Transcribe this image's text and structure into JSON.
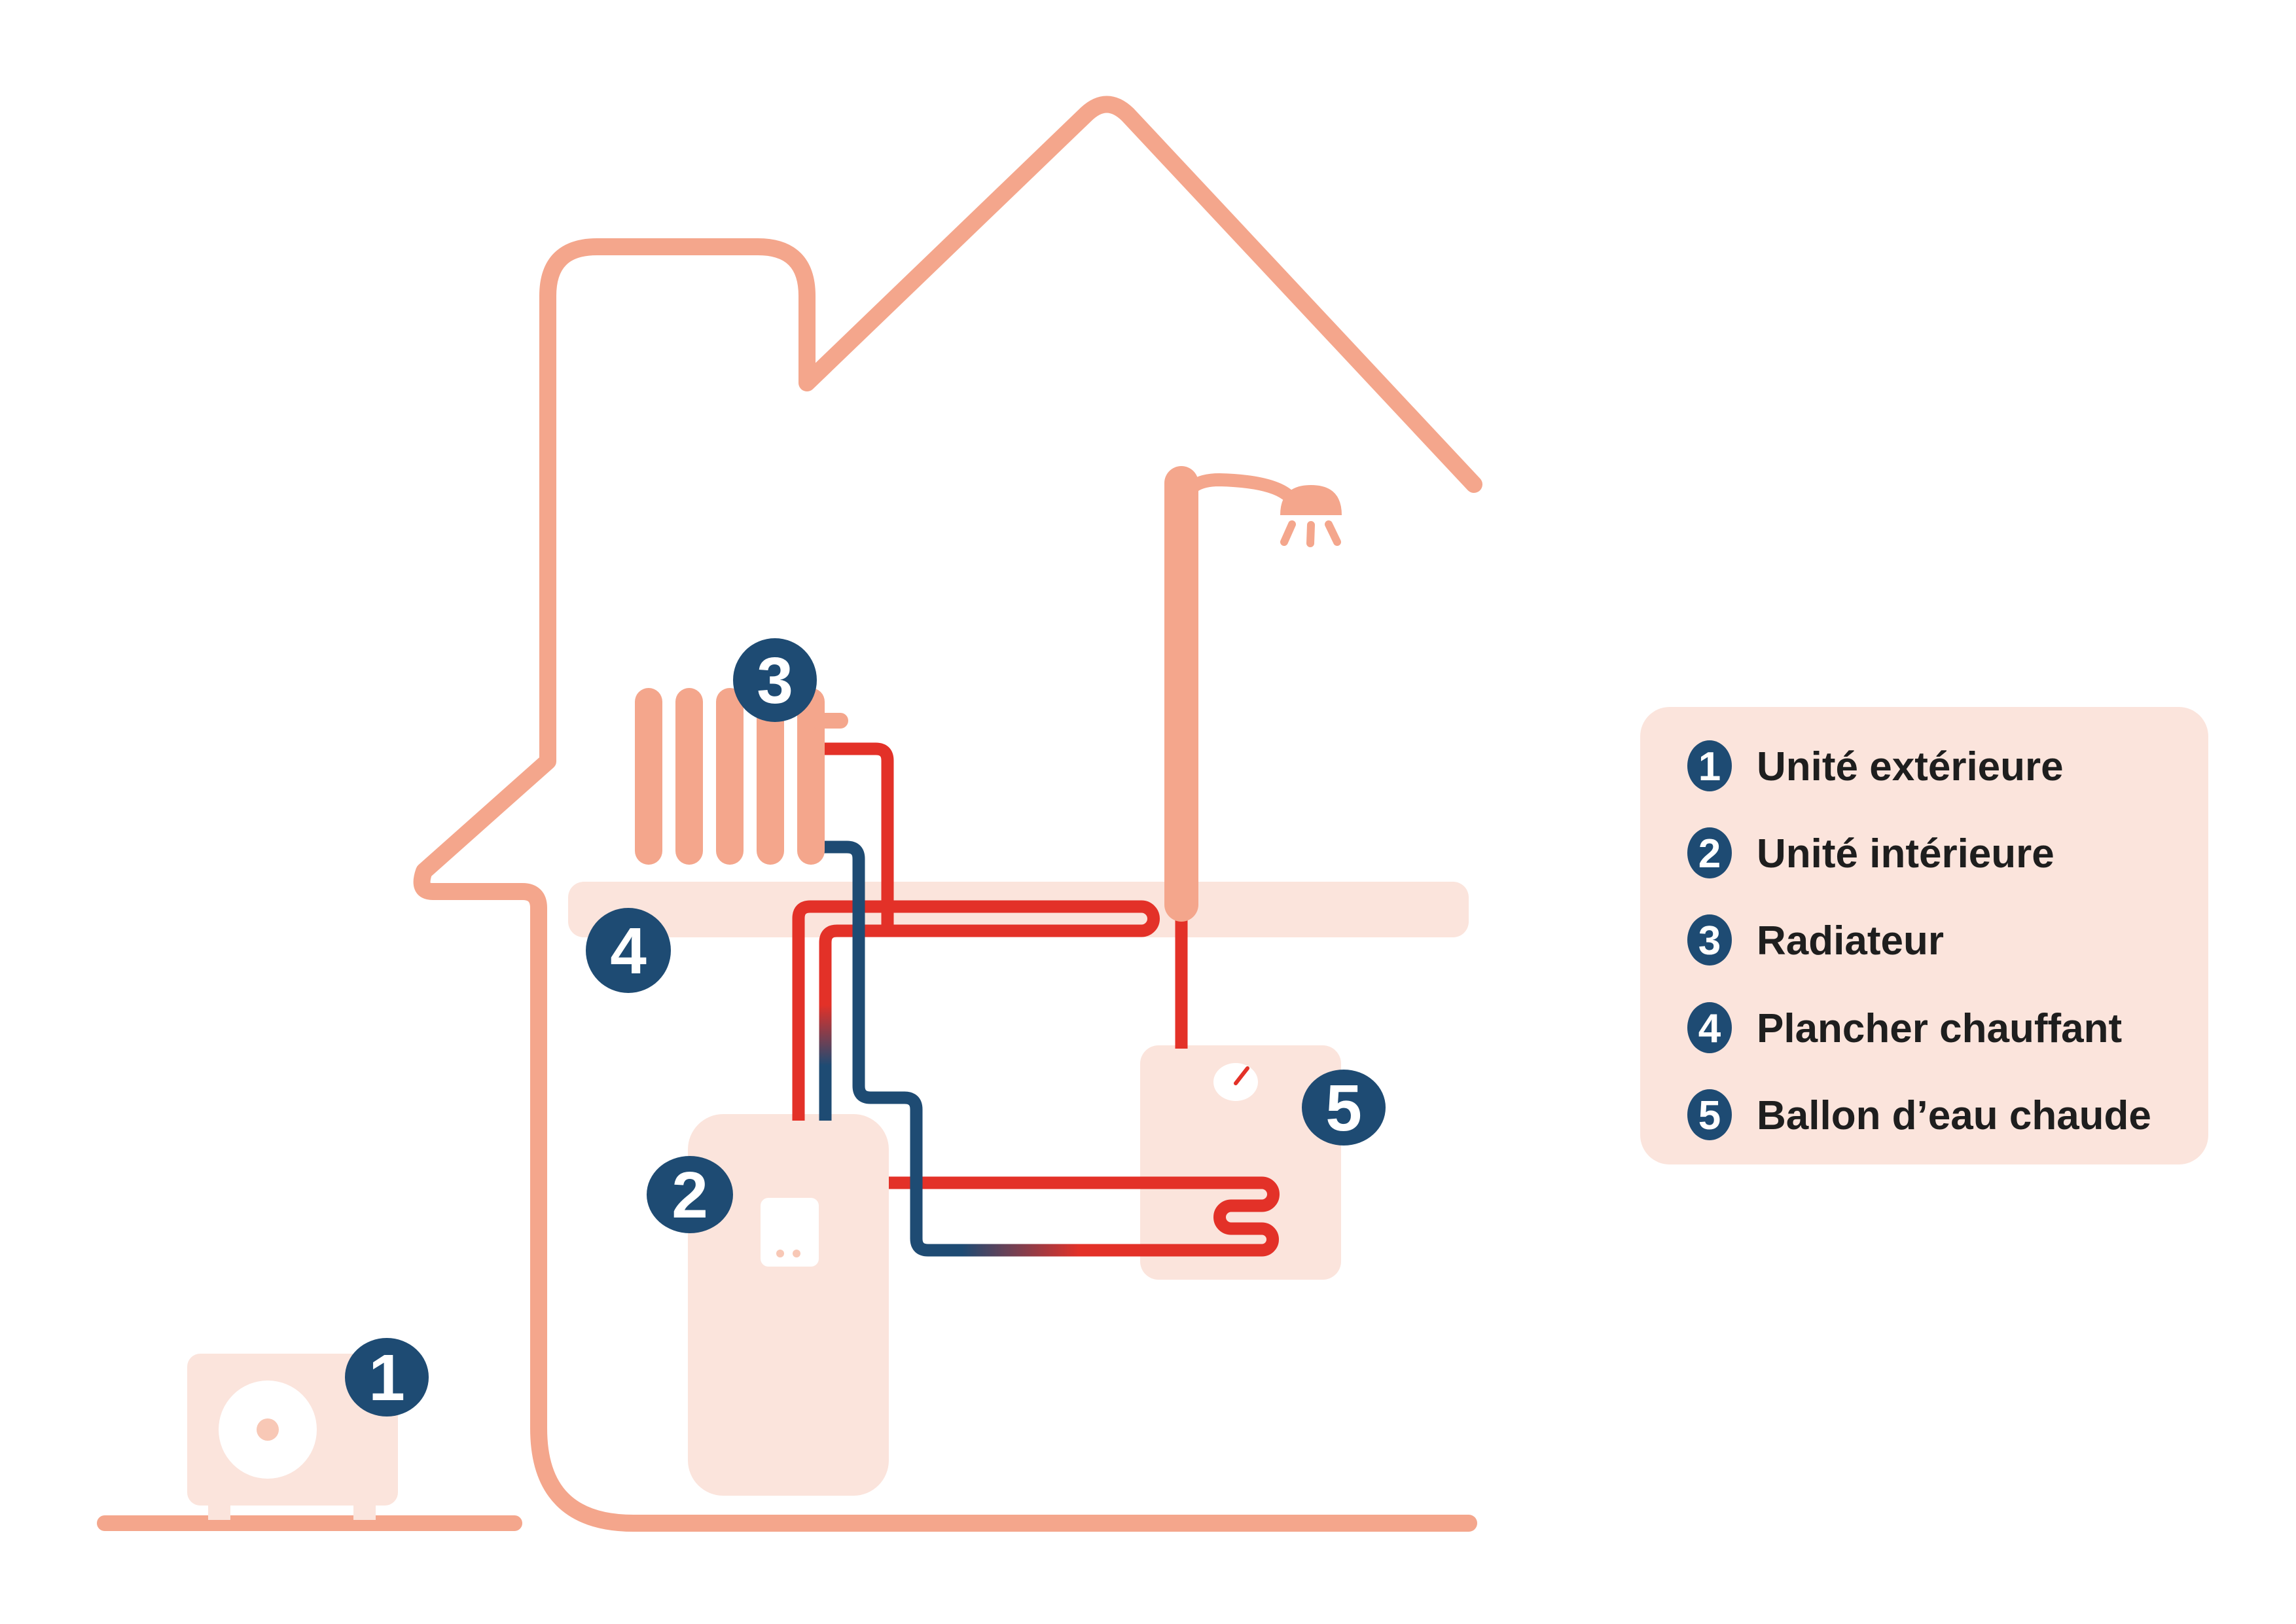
{
  "colors": {
    "salmon": "#F4A68C",
    "fill-light": "#FBE4DC",
    "red": "#E33128",
    "navy": "#1E4B73",
    "dot": "#F8C8B6",
    "text": "#1E1E1E",
    "white": "#FFFFFF"
  },
  "legend": {
    "items": [
      {
        "number": "1",
        "label": "Unité extérieure"
      },
      {
        "number": "2",
        "label": "Unité intérieure"
      },
      {
        "number": "3",
        "label": "Radiateur"
      },
      {
        "number": "4",
        "label": "Plancher chauffant"
      },
      {
        "number": "5",
        "label": "Ballon d’eau chaude"
      }
    ]
  }
}
